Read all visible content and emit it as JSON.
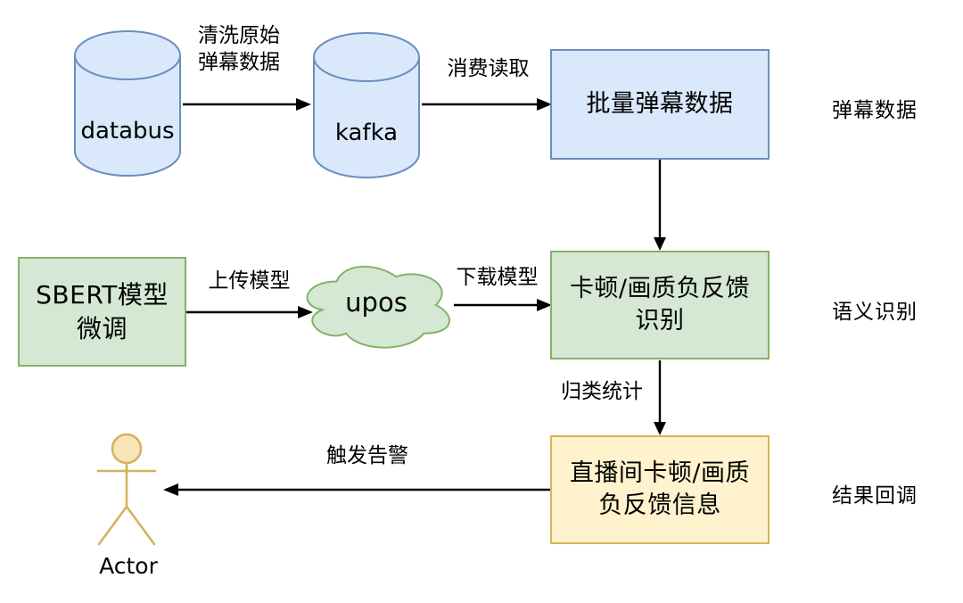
{
  "diagram": {
    "nodes": {
      "databus": {
        "label": "databus",
        "shape": "cylinder",
        "color": "blue"
      },
      "kafka": {
        "label": "kafka",
        "shape": "cylinder",
        "color": "blue"
      },
      "batch_danmaku": {
        "label": "批量弹幕数据",
        "shape": "rect",
        "color": "blue"
      },
      "sbert_finetune": {
        "label": "SBERT模型微调",
        "shape": "rect",
        "color": "green"
      },
      "upos": {
        "label": "upos",
        "shape": "cloud",
        "color": "green"
      },
      "lag_recognition": {
        "label": "卡顿/画质负反馈识别",
        "shape": "rect",
        "color": "green"
      },
      "feedback_info": {
        "label": "直播间卡顿/画质负反馈信息",
        "shape": "rect",
        "color": "yellow"
      },
      "actor": {
        "label": "Actor",
        "shape": "actor"
      }
    },
    "edges": {
      "databus_to_kafka": {
        "label": "清洗原始\n弹幕数据",
        "from": "databus",
        "to": "kafka"
      },
      "kafka_to_batch": {
        "label": "消费读取",
        "from": "kafka",
        "to": "batch_danmaku"
      },
      "batch_to_recognition": {
        "label": "",
        "from": "batch_danmaku",
        "to": "lag_recognition"
      },
      "sbert_to_upos": {
        "label": "上传模型",
        "from": "sbert_finetune",
        "to": "upos"
      },
      "upos_to_recognition": {
        "label": "下载模型",
        "from": "upos",
        "to": "lag_recognition"
      },
      "recognition_to_feedback": {
        "label": "归类统计",
        "from": "lag_recognition",
        "to": "feedback_info"
      },
      "feedback_to_actor": {
        "label": "触发告警",
        "from": "feedback_info",
        "to": "actor"
      }
    },
    "stage_labels": {
      "row1": "弹幕数据",
      "row2": "语义识别",
      "row3": "结果回调"
    },
    "colors": {
      "blue_fill": "#dae8fc",
      "blue_stroke": "#6c8ebf",
      "green_fill": "#d5e8d4",
      "green_stroke": "#82b366",
      "yellow_fill": "#fff2cc",
      "yellow_stroke": "#d6b656",
      "actor_fill": "#f9e5b8",
      "actor_stroke": "#d6b25e",
      "arrow": "#000000",
      "background": "#ffffff"
    }
  }
}
